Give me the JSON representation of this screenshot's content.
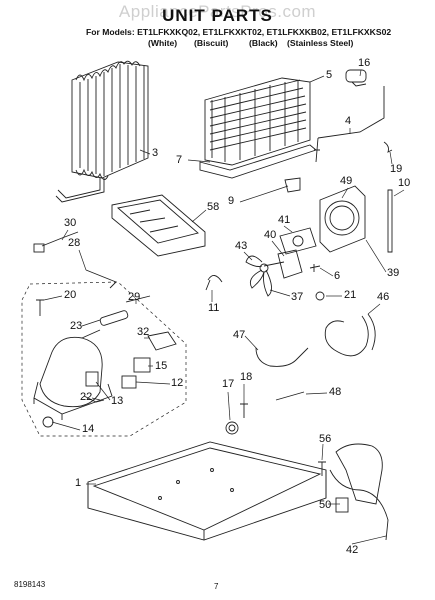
{
  "header": {
    "watermark": "AppliancePartsPros.com",
    "title": "UNIT PARTS",
    "models_line": "For Models: ET1LFKXKQ02, ET1LFKXKT02, ET1LFKXKB02, ET1LFKXKS02",
    "colors": [
      "(White)",
      "(Biscuit)",
      "(Black)",
      "(Stainless Steel)"
    ]
  },
  "callouts": [
    "16",
    "5",
    "3",
    "7",
    "4",
    "19",
    "49",
    "10",
    "9",
    "58",
    "30",
    "28",
    "41",
    "40",
    "43",
    "39",
    "6",
    "37",
    "21",
    "46",
    "11",
    "20",
    "29",
    "23",
    "32",
    "47",
    "15",
    "12",
    "13",
    "22",
    "14",
    "17",
    "18",
    "48",
    "56",
    "1",
    "50",
    "42"
  ],
  "footer": {
    "doc_number": "8198143",
    "page_number": "7"
  }
}
